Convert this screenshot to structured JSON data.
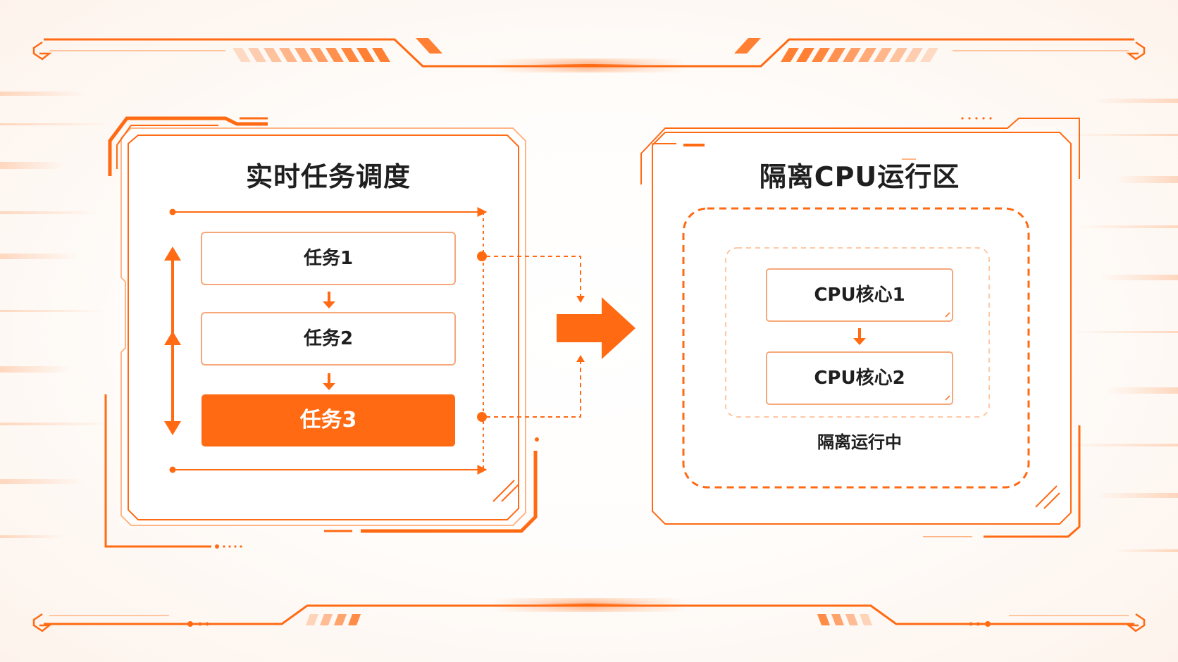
{
  "colors": {
    "accent": "#ff6a13",
    "accent_light": "#ffb585",
    "box_border": "#f6a87a",
    "text": "#1f1f1f",
    "background": "#fdf9f6"
  },
  "left_panel": {
    "title": "实时任务调度",
    "tasks": [
      {
        "label": "任务1",
        "active": false
      },
      {
        "label": "任务2",
        "active": false
      },
      {
        "label": "任务3",
        "active": true
      }
    ]
  },
  "right_panel": {
    "title": "隔离CPU运行区",
    "cores": [
      {
        "label": "CPU核心1"
      },
      {
        "label": "CPU核心2"
      }
    ],
    "status": "隔离运行中"
  },
  "icons": {
    "flow_arrow": "big-right-arrow-icon",
    "down_arrow": "arrow-down-icon",
    "vertical_arrow": "double-arrow-vertical-icon"
  }
}
